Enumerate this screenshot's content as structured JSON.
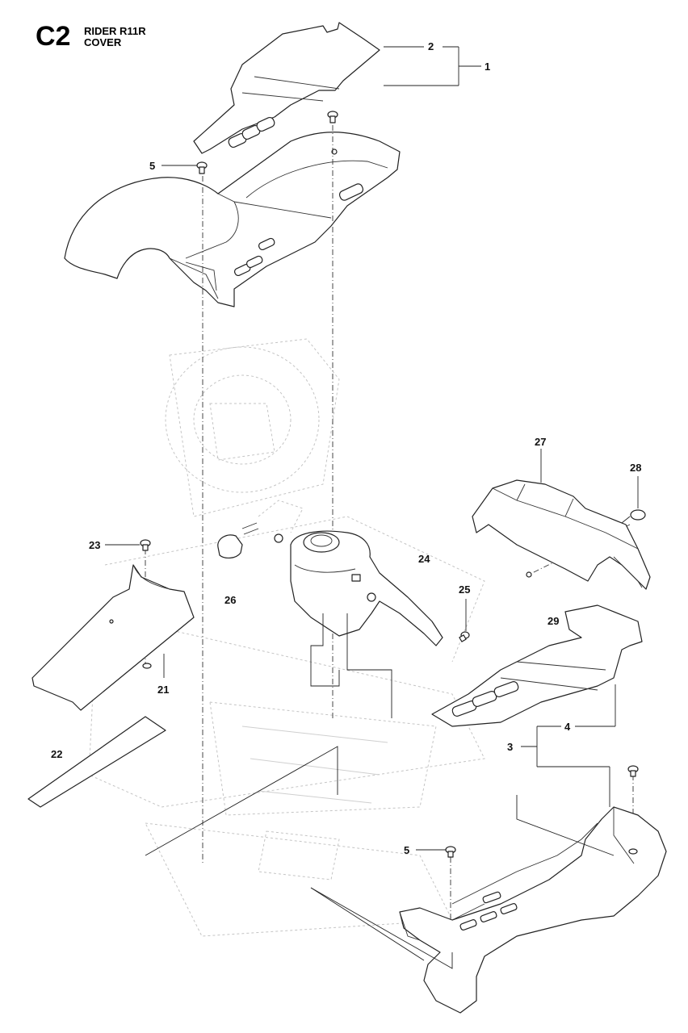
{
  "header": {
    "code": "C2",
    "model": "RIDER R11R",
    "section": "COVER"
  },
  "callouts": {
    "c1": "1",
    "c2": "2",
    "c3": "3",
    "c4": "4",
    "c5_top": "5",
    "c5_bottom": "5",
    "c21": "21",
    "c22": "22",
    "c23": "23",
    "c24": "24",
    "c25": "25",
    "c26": "26",
    "c27": "27",
    "c28": "28",
    "c29": "29"
  }
}
